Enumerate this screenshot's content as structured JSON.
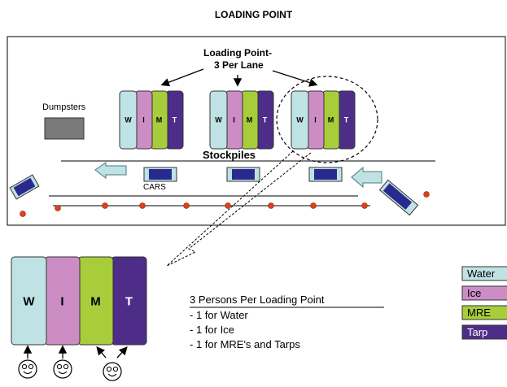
{
  "title": "LOADING POINT",
  "callout": {
    "line1": "Loading Point-",
    "line2": "3 Per Lane"
  },
  "labels": {
    "dumpsters": "Dumpsters",
    "stockpiles": "Stockpiles",
    "cars": "CARS"
  },
  "stack_letters": [
    "W",
    "I",
    "M",
    "T"
  ],
  "staffing": {
    "heading": "3 Persons Per Loading Point",
    "items": [
      "- 1 for Water",
      "- 1 for Ice",
      "- 1 for MRE's and Tarps"
    ]
  },
  "legend": [
    {
      "label": "Water",
      "color": "#bfe3e5"
    },
    {
      "label": "Ice",
      "color": "#cc8dc5"
    },
    {
      "label": "MRE",
      "color": "#a7cd3a"
    },
    {
      "label": "Tarp",
      "color": "#4e2d89"
    }
  ],
  "colors": {
    "water": "#bfe3e5",
    "ice": "#cc8dc5",
    "mre": "#a7cd3a",
    "tarp": "#4e2d89",
    "car": "#2a2a8e",
    "dumpster": "#7a7a7a",
    "cone": "#e0401a"
  }
}
